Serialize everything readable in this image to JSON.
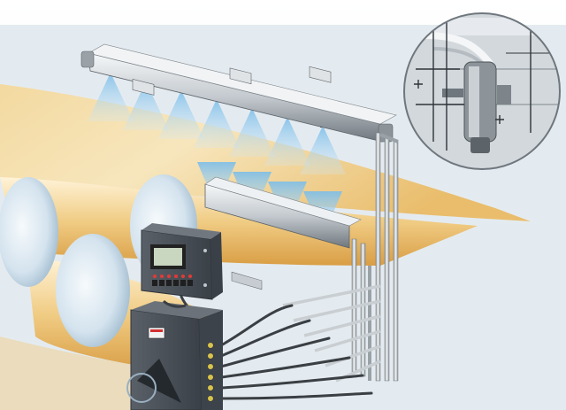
{
  "palette": {
    "sky_top": "#ffffff",
    "sky_bottom": "#e6edf2",
    "web_light": "#fbf0d6",
    "web_mid": "#f0cf8a",
    "web_dark": "#e2ad55",
    "roll_face": "#cfe0ec",
    "roll_edge": "#9fbbd0",
    "metal_light": "#eef1f3",
    "metal_mid": "#b9c0c6",
    "metal_dark": "#6f777e",
    "spray": "#a9d3f2",
    "cabinet": "#4a5058",
    "cabinet_dark": "#2f343a",
    "lcd": "#c9d6c0",
    "cable": "#3a3f44",
    "inset_bg": "#d9dde0"
  },
  "spray_bar_upper": {
    "nozzle_count": 7
  },
  "spray_bar_lower": {
    "nozzle_count": 4
  },
  "control_panel": {
    "icon": "lcd-display-icon",
    "buttons": [
      "#1f1f1f",
      "#1f1f1f",
      "#1f1f1f",
      "#1f1f1f",
      "#1f1f1f",
      "#1f1f1f"
    ],
    "indicators": [
      "#e53935",
      "#e53935",
      "#e53935",
      "#e53935",
      "#e53935",
      "#e53935"
    ]
  },
  "pump_cabinet": {
    "icon": "warning-label-icon",
    "port_count": 6
  },
  "detail_inset": {
    "icon": "nozzle-closeup-icon"
  }
}
